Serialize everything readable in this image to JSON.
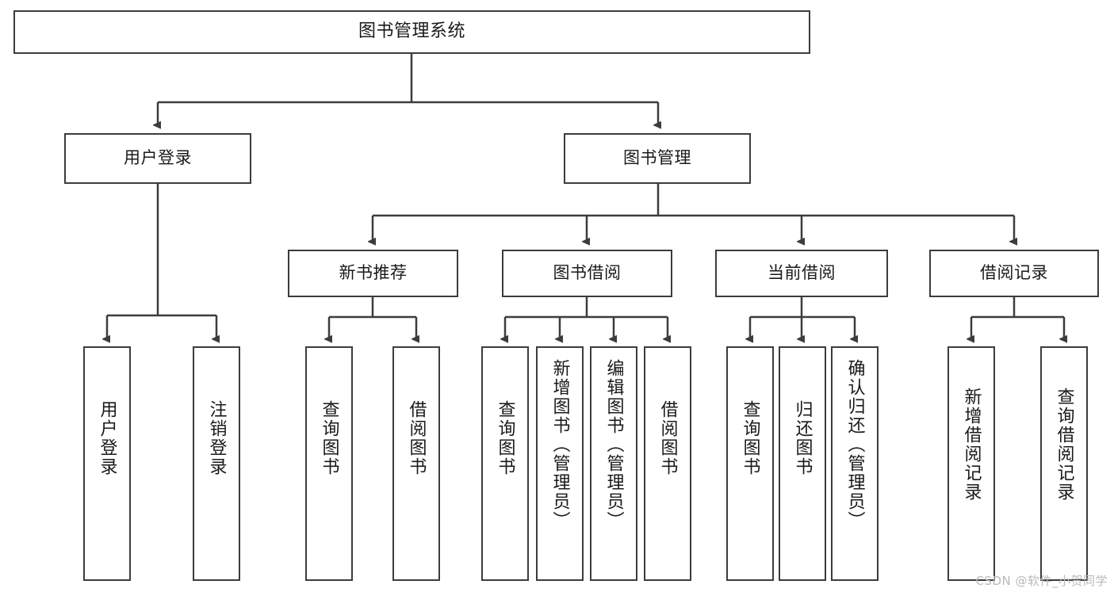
{
  "diagram": {
    "type": "tree",
    "title": "图书管理系统",
    "root": {
      "label": "图书管理系统"
    },
    "level2": [
      {
        "label": "用户登录"
      },
      {
        "label": "图书管理"
      }
    ],
    "level3": [
      {
        "label": "新书推荐"
      },
      {
        "label": "图书借阅"
      },
      {
        "label": "当前借阅"
      },
      {
        "label": "借阅记录"
      }
    ],
    "leaves": {
      "user_login": [
        {
          "label": "用户登录"
        },
        {
          "label": "注销登录"
        }
      ],
      "new_book_recommend": [
        {
          "label": "查询图书"
        },
        {
          "label": "借阅图书"
        }
      ],
      "book_borrow": [
        {
          "label": "查询图书"
        },
        {
          "label": "新增图书（管理员）"
        },
        {
          "label": "编辑图书（管理员）"
        },
        {
          "label": "借阅图书"
        }
      ],
      "current_borrow": [
        {
          "label": "查询图书"
        },
        {
          "label": "归还图书"
        },
        {
          "label": "确认归还（管理员）"
        }
      ],
      "borrow_record": [
        {
          "label": "新增借阅记录"
        },
        {
          "label": "查询借阅记录"
        }
      ]
    }
  },
  "watermark": {
    "text": "CSDN @软件_小贺同学"
  },
  "colors": {
    "stroke": "#3c3c3c",
    "fill": "#ffffff",
    "text": "#1a1a1a",
    "watermark": "#b9b9b9"
  }
}
